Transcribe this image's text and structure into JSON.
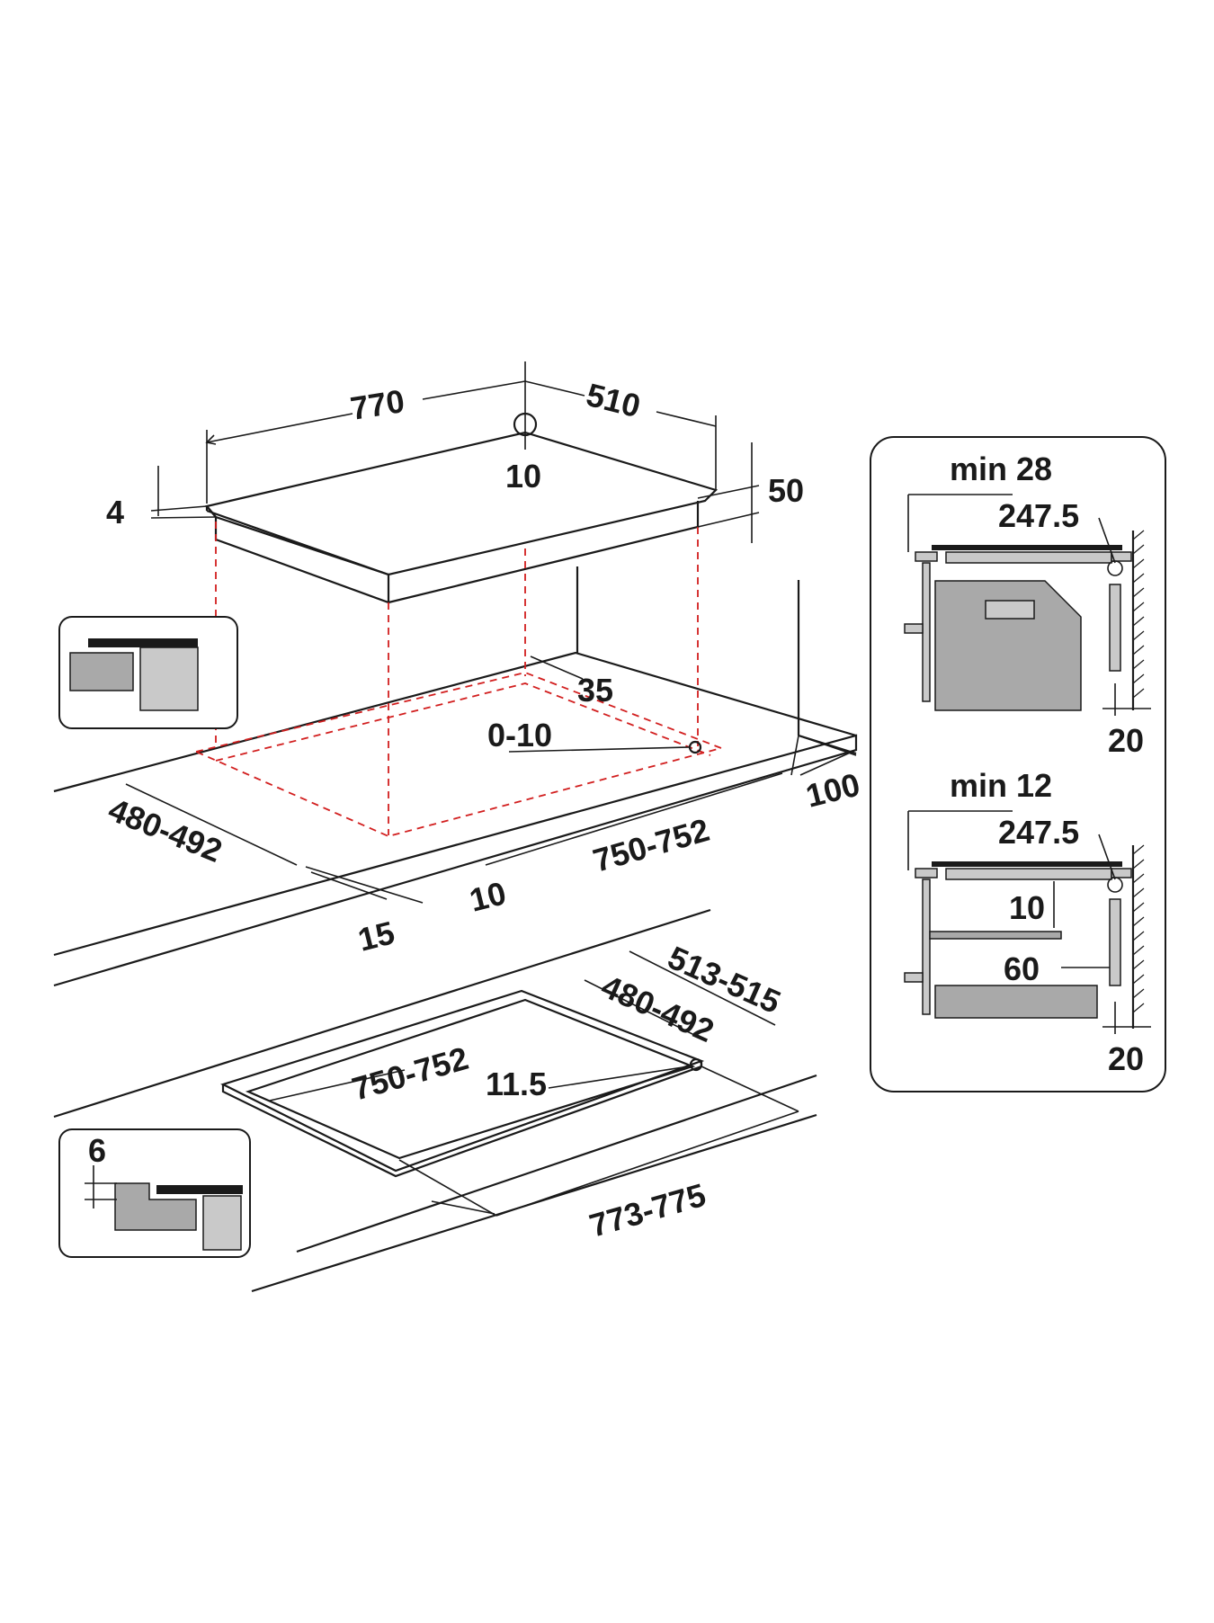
{
  "top_view": {
    "width": "770",
    "depth": "510",
    "corner_radius": "10",
    "glass_thickness": "4",
    "height": "50",
    "edge_distance": "35",
    "position_tolerance": "0-10",
    "cutout_depth": "480-492",
    "cutout_width": "750-752",
    "wall_distance": "100",
    "front_distance": "10",
    "front_edge": "15"
  },
  "flush_view": {
    "outer_depth": "513-515",
    "inner_depth": "480-492",
    "inner_width": "750-752",
    "corner_radius": "11.5",
    "outer_width": "773-775"
  },
  "section_oven": {
    "min_label": "min 28",
    "depth_label": "247.5",
    "gap_label": "20"
  },
  "section_drawer": {
    "min_label": "min 12",
    "depth_label": "247.5",
    "gap_top": "10",
    "gap_side": "60",
    "gap_label": "20"
  },
  "inset_rebate": {
    "depth": "6"
  }
}
